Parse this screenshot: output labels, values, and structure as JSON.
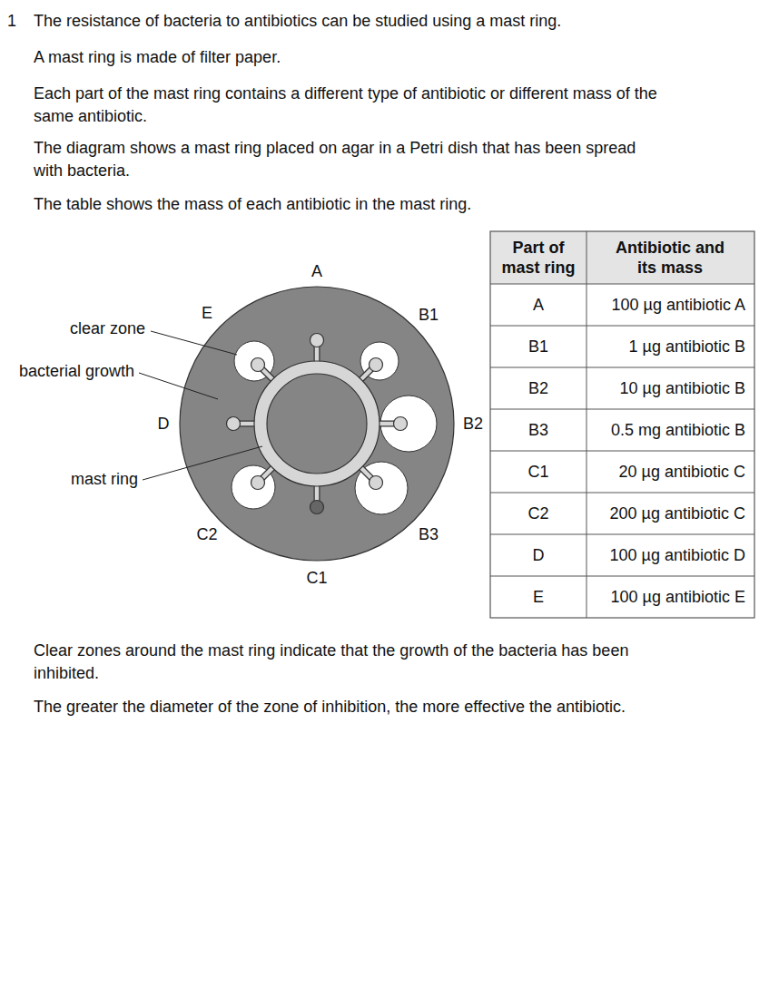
{
  "diagram": {
    "labels": [
      "1",
      "The resistance of bacteria to antibiotics can be studied using a mast ring.",
      "A mast ring is made of filter paper.",
      "Each part of the mast ring contains a different type of antibiotic or different mass of the same antibiotic.",
      "The diagram shows a mast ring placed on agar in a Petri dish that has been spread with bacteria.",
      "The table shows the mass of each antibiotic in the mast ring.",
      "A",
      "E",
      "B1",
      "clear zone",
      "bacterial growth",
      "D",
      "B2",
      "mast ring",
      "C2",
      "B3",
      "C1",
      "Part of mast ring",
      "Antibiotic and its mass",
      "A",
      "100 µg antibiotic A",
      "B1",
      "1 µg antibiotic B",
      "B2",
      "10 µg antibiotic B",
      "B3",
      "0.5 mg antibiotic B",
      "C1",
      "20 µg antibiotic C",
      "C2",
      "200 µg antibiotic C",
      "D",
      "100 µg antibiotic D",
      "E",
      "100 µg antibiotic E",
      "Clear zones around the mast ring indicate that the growth of the bacteria has been inhibited.",
      "The greater the diameter of the zone of inhibition, the more effective the antibiotic."
    ]
  }
}
